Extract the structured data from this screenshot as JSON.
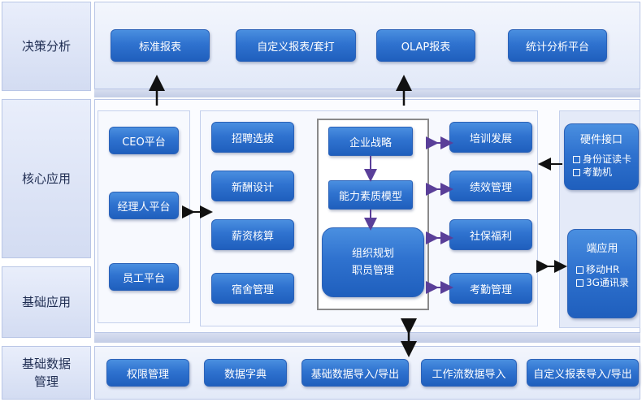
{
  "layers": {
    "decision": "决策分析",
    "core": "核心应用",
    "basic": "基础应用",
    "basic_data": "基础数据\n管理"
  },
  "decision_items": [
    "标准报表",
    "自定义报表/套打",
    "OLAP报表",
    "统计分析平台"
  ],
  "platforms": [
    "CEO平台",
    "经理人平台",
    "员工平台"
  ],
  "hr_modules_left": [
    "招聘选拔",
    "新酬设计",
    "薪资核算",
    "宿舍管理"
  ],
  "strategy": {
    "top": "企业战略",
    "middle": "能力素质模型",
    "bottom_line1": "组织规划",
    "bottom_line2": "职员管理"
  },
  "hr_modules_right": [
    "培训发展",
    "绩效管理",
    "社保福利",
    "考勤管理"
  ],
  "hardware": {
    "title": "硬件接口",
    "items": [
      "身份证读卡",
      "考勤机"
    ]
  },
  "mobile": {
    "title": "端应用",
    "items": [
      "移动HR",
      "3G通讯录"
    ]
  },
  "data_items": [
    "权限管理",
    "数据字典",
    "基础数据导入/导出",
    "工作流数据导入",
    "自定义报表导入/导出"
  ],
  "colors": {
    "button_blue": "#2f72cf",
    "layer_bg": "#e2e9f8",
    "arrow": "#111111",
    "purple_arrow": "#5a3f99"
  }
}
